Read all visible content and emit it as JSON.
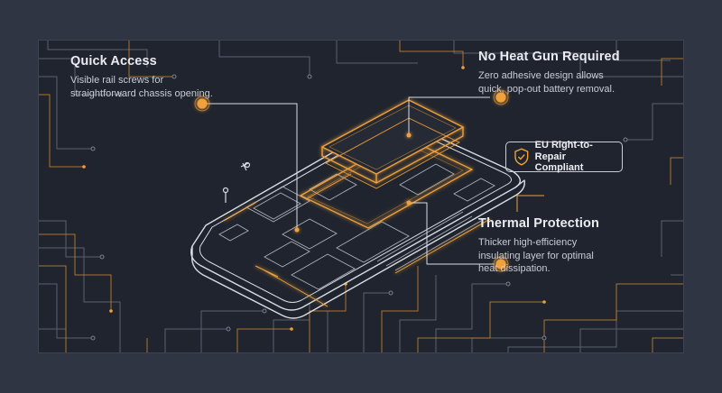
{
  "callouts": {
    "quick_access": {
      "title": "Quick Access",
      "desc_line1": "Visible rail screws for",
      "desc_line2": "straightforward chassis opening."
    },
    "no_heat_gun": {
      "title": "No Heat Gun Required",
      "desc_line1": "Zero adhesive design allows",
      "desc_line2": "quick, pop-out battery removal."
    },
    "thermal": {
      "title": "Thermal Protection",
      "desc_line1": "Thicker high-efficiency",
      "desc_line2": "insulating layer for optimal",
      "desc_line3": "heat dissipation."
    }
  },
  "badge": {
    "line1": "EU Right-to-Repair",
    "line2": "Compliant",
    "icon": "shield-check-icon"
  },
  "colors": {
    "background": "#2f3542",
    "panel": "#1f242e",
    "accent_orange": "#f0a13b",
    "line_white": "#d9dde4",
    "circuit": "#5b6272"
  }
}
